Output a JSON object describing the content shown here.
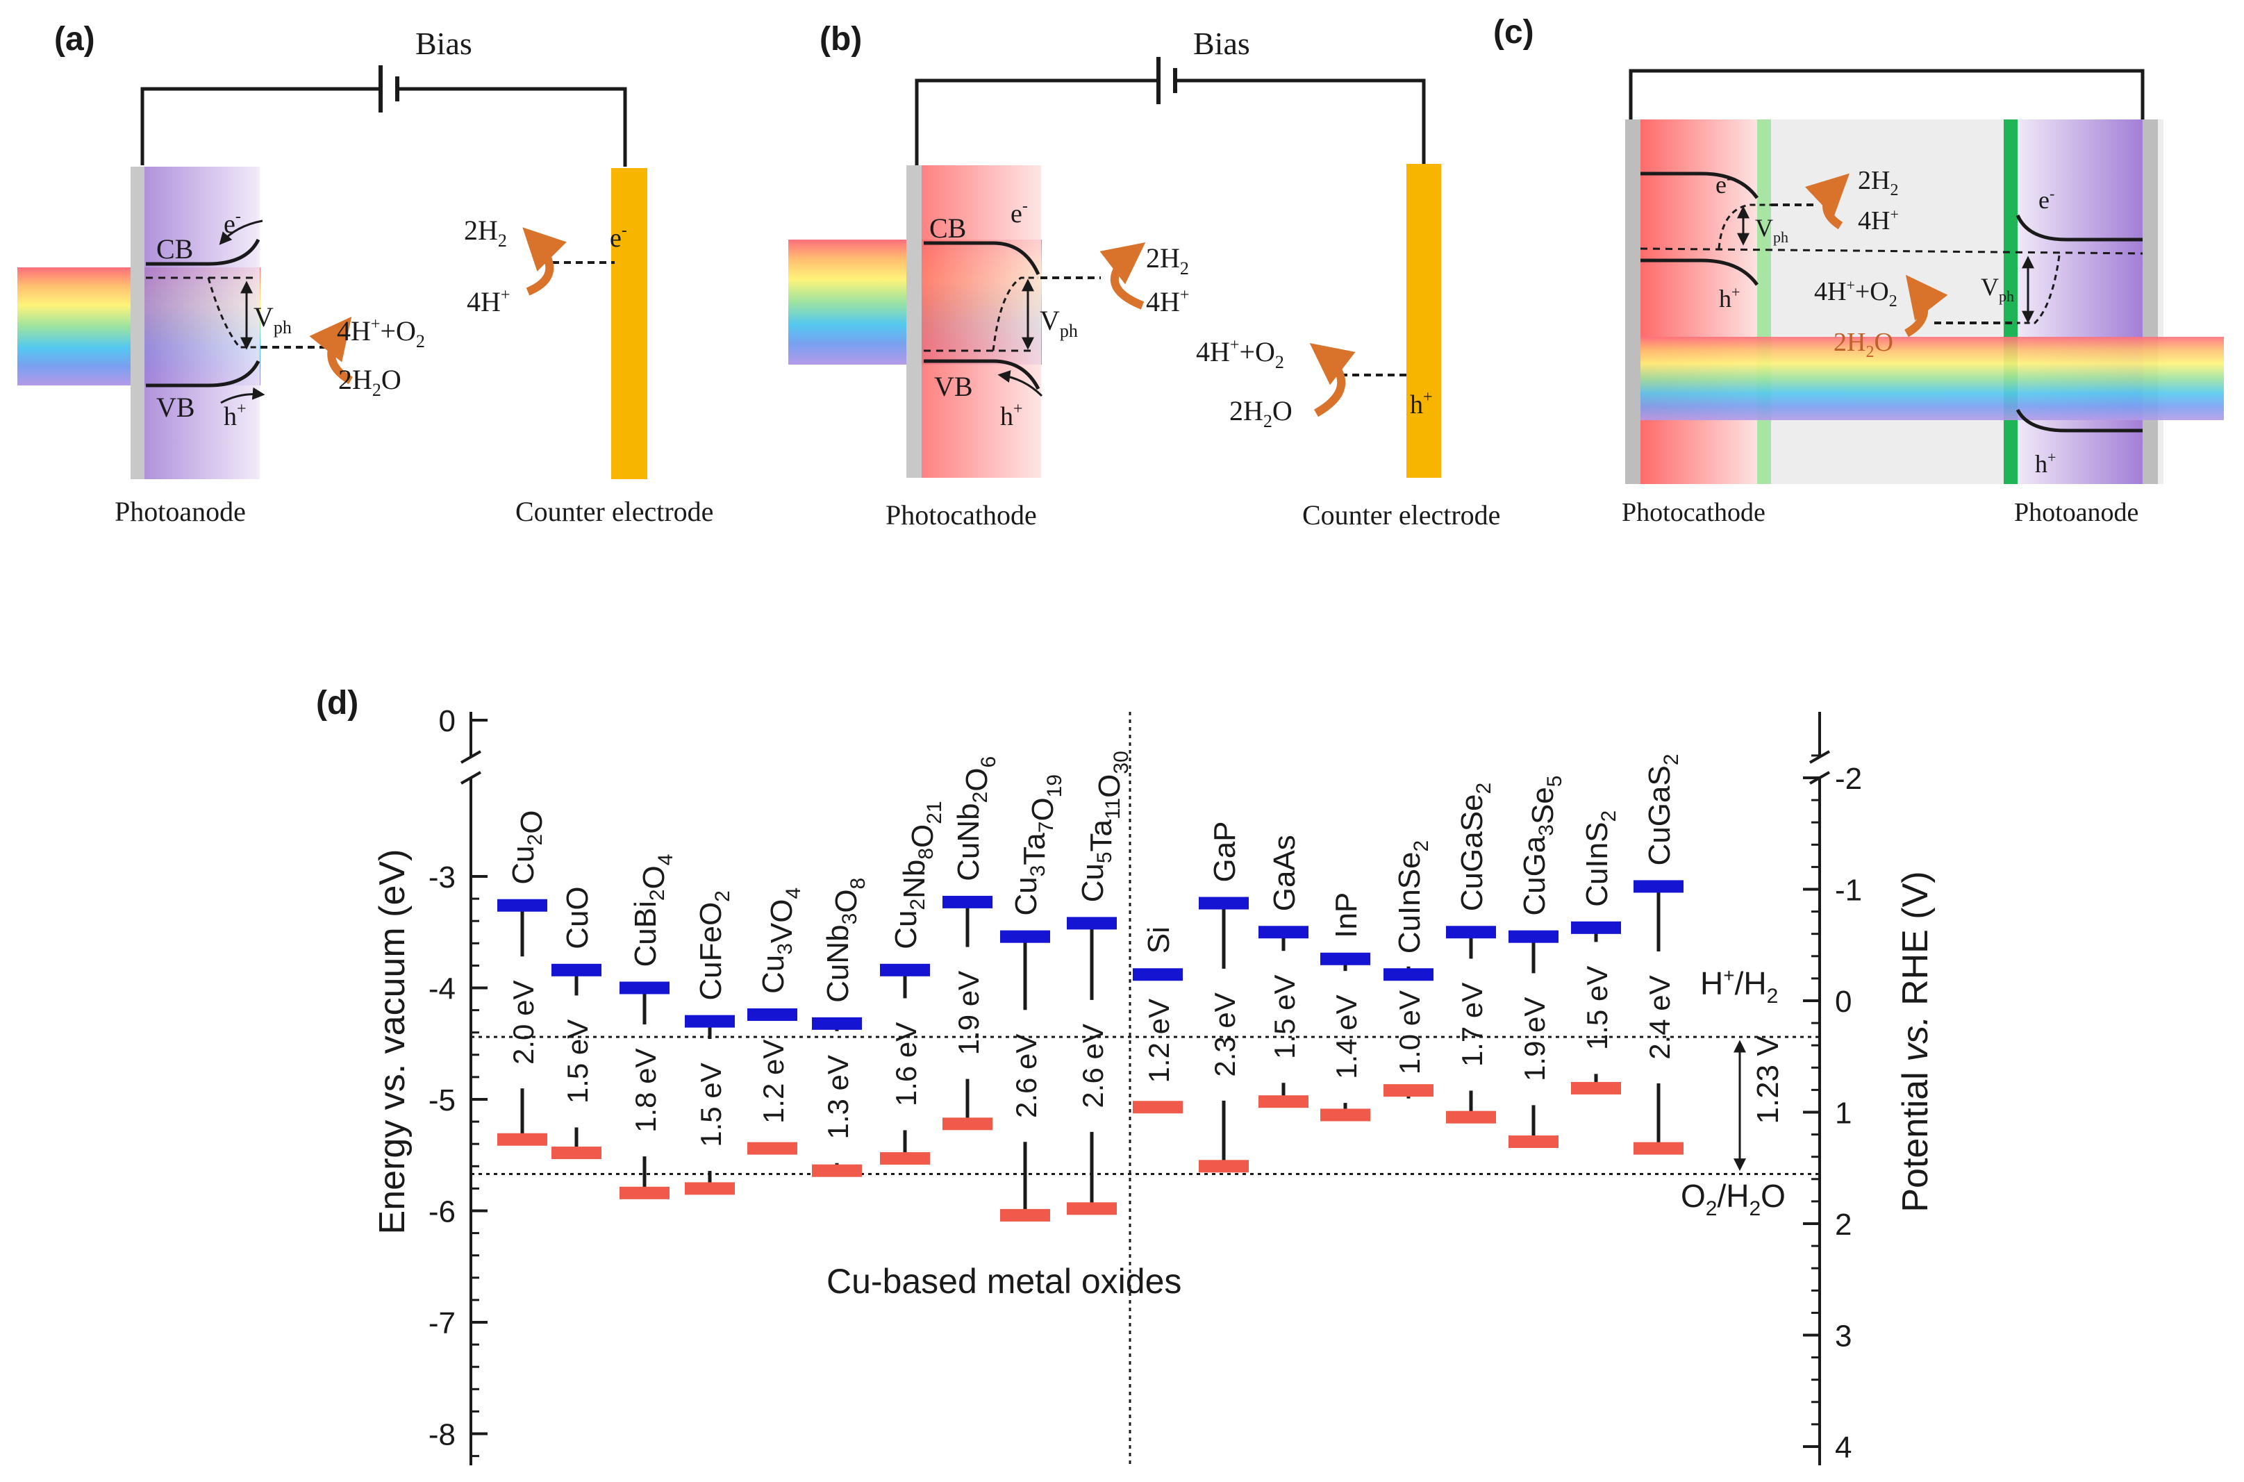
{
  "panels": {
    "a": {
      "letter": "(a)",
      "bias": "Bias",
      "cb": "CB",
      "vb": "VB",
      "e": "e",
      "h": "h",
      "vph": "V",
      "vph_sub": "ph",
      "r_ox_top": "4H",
      "r_ox_top_rest": "+O",
      "r_ox_bot": "2H",
      "r_ox_bot_rest": "O",
      "r_red_top": "2H",
      "r_red_bot": "4H",
      "e2": "e",
      "label_left": "Photoanode",
      "label_right": "Counter electrode"
    },
    "b": {
      "letter": "(b)",
      "bias": "Bias",
      "cb": "CB",
      "vb": "VB",
      "e": "e",
      "h": "h",
      "vph": "V",
      "vph_sub": "ph",
      "r_red_top": "2H",
      "r_red_bot": "4H",
      "r_ox_top": "4H",
      "r_ox_top_rest": "+O",
      "r_ox_bot": "2H",
      "r_ox_bot_rest": "O",
      "h2": "h",
      "label_left": "Photocathode",
      "label_right": "Counter electrode"
    },
    "c": {
      "letter": "(c)",
      "e": "e",
      "h": "h",
      "vph": "V",
      "vph_sub": "ph",
      "r_red_top": "2H",
      "r_red_bot": "4H",
      "r_ox_top": "4H",
      "r_ox_top_rest": "+O",
      "r_ox_bot": "2H",
      "r_ox_bot_rest": "O",
      "label_left": "Photocathode",
      "label_right": "Photoanode"
    }
  },
  "chart_data": {
    "type": "band_diagram",
    "panel_letter": "(d)",
    "ylabel_left": "Energy vs. vacuum (eV)",
    "ylabel_right_pre": "Potential ",
    "ylabel_right_ital": "vs.",
    "ylabel_right_post": " RHE (V)",
    "left_ticks": [
      "0",
      "-3",
      "-4",
      "-5",
      "-6",
      "-7",
      "-8"
    ],
    "right_ticks": [
      "-2",
      "-1",
      "0",
      "1",
      "2",
      "3",
      "4"
    ],
    "ylim_vacuum": [
      -8.5,
      0
    ],
    "group_label": "Cu-based metal oxides",
    "h_label": "H",
    "h_label_rest": "/H",
    "o_label": "O",
    "o_label_rest": "/H",
    "o_label_end": "O",
    "gap_label": "1.23 V",
    "materials": [
      {
        "name": "Cu2O",
        "cb": -3.26,
        "vb": -5.36,
        "gap": "2.0 eV"
      },
      {
        "name": "CuO",
        "cb": -3.84,
        "vb": -5.48,
        "gap": "1.5 eV"
      },
      {
        "name": "CuBi2O4",
        "cb": -4.0,
        "vb": -5.84,
        "gap": "1.8 eV"
      },
      {
        "name": "CuFeO2",
        "cb": -4.3,
        "vb": -5.8,
        "gap": "1.5 eV"
      },
      {
        "name": "Cu3VO4",
        "cb": -4.24,
        "vb": -5.44,
        "gap": "1.2 eV"
      },
      {
        "name": "CuNb3O8",
        "cb": -4.32,
        "vb": -5.64,
        "gap": "1.3 eV"
      },
      {
        "name": "Cu2Nb8O21",
        "cb": -3.84,
        "vb": -5.53,
        "gap": "1.6 eV"
      },
      {
        "name": "CuNb2O6",
        "cb": -3.23,
        "vb": -5.22,
        "gap": "1.9 eV"
      },
      {
        "name": "Cu3Ta7O19",
        "cb": -3.54,
        "vb": -6.04,
        "gap": "2.6 eV"
      },
      {
        "name": "Cu5Ta11O30",
        "cb": -3.42,
        "vb": -5.98,
        "gap": "2.6 eV"
      },
      {
        "name": "Si",
        "cb": -3.88,
        "vb": -5.07,
        "gap": "1.2 eV"
      },
      {
        "name": "GaP",
        "cb": -3.24,
        "vb": -5.6,
        "gap": "2.3 eV"
      },
      {
        "name": "GaAs",
        "cb": -3.5,
        "vb": -5.02,
        "gap": "1.5 eV"
      },
      {
        "name": "InP",
        "cb": -3.74,
        "vb": -5.14,
        "gap": "1.4 eV"
      },
      {
        "name": "CuInSe2",
        "cb": -3.88,
        "vb": -4.92,
        "gap": "1.0 eV"
      },
      {
        "name": "CuGaSe2",
        "cb": -3.5,
        "vb": -5.16,
        "gap": "1.7 eV"
      },
      {
        "name": "CuGa3Se5",
        "cb": -3.54,
        "vb": -5.38,
        "gap": "1.9 eV"
      },
      {
        "name": "CuInS2",
        "cb": -3.46,
        "vb": -4.9,
        "gap": "1.5 eV"
      },
      {
        "name": "CuGaS2",
        "cb": -3.09,
        "vb": -5.44,
        "gap": "2.4 eV"
      }
    ],
    "materials_display": [
      {
        "base": [
          "Cu",
          "O"
        ],
        "subs": [
          "2",
          ""
        ]
      },
      {
        "base": [
          "CuO"
        ],
        "subs": [
          ""
        ]
      },
      {
        "base": [
          "CuBi",
          "O"
        ],
        "subs": [
          "2",
          "4"
        ]
      },
      {
        "base": [
          "CuFeO"
        ],
        "subs": [
          "2"
        ]
      },
      {
        "base": [
          "Cu",
          "VO"
        ],
        "subs": [
          "3",
          "4"
        ]
      },
      {
        "base": [
          "CuNb",
          "O"
        ],
        "subs": [
          "3",
          "8"
        ]
      },
      {
        "base": [
          "Cu",
          "Nb",
          "O"
        ],
        "subs": [
          "2",
          "8",
          "21"
        ]
      },
      {
        "base": [
          "CuNb",
          "O"
        ],
        "subs": [
          "2",
          "6"
        ]
      },
      {
        "base": [
          "Cu",
          "Ta",
          "O"
        ],
        "subs": [
          "3",
          "7",
          "19"
        ]
      },
      {
        "base": [
          "Cu",
          "Ta",
          "O"
        ],
        "subs": [
          "5",
          "11",
          "30"
        ]
      },
      {
        "base": [
          "Si"
        ],
        "subs": [
          ""
        ]
      },
      {
        "base": [
          "GaP"
        ],
        "subs": [
          ""
        ]
      },
      {
        "base": [
          "GaAs"
        ],
        "subs": [
          ""
        ]
      },
      {
        "base": [
          "InP"
        ],
        "subs": [
          ""
        ]
      },
      {
        "base": [
          "CuInSe"
        ],
        "subs": [
          "2"
        ]
      },
      {
        "base": [
          "CuGaSe"
        ],
        "subs": [
          "2"
        ]
      },
      {
        "base": [
          "CuGa",
          "Se"
        ],
        "subs": [
          "3",
          "5"
        ]
      },
      {
        "base": [
          "CuInS"
        ],
        "subs": [
          "2"
        ]
      },
      {
        "base": [
          "CuGaS"
        ],
        "subs": [
          "2"
        ]
      }
    ],
    "colors": {
      "cb": "#1414d2",
      "vb": "#f05a4a"
    },
    "h_level_vacuum": -4.44,
    "o_level_vacuum": -5.67
  }
}
